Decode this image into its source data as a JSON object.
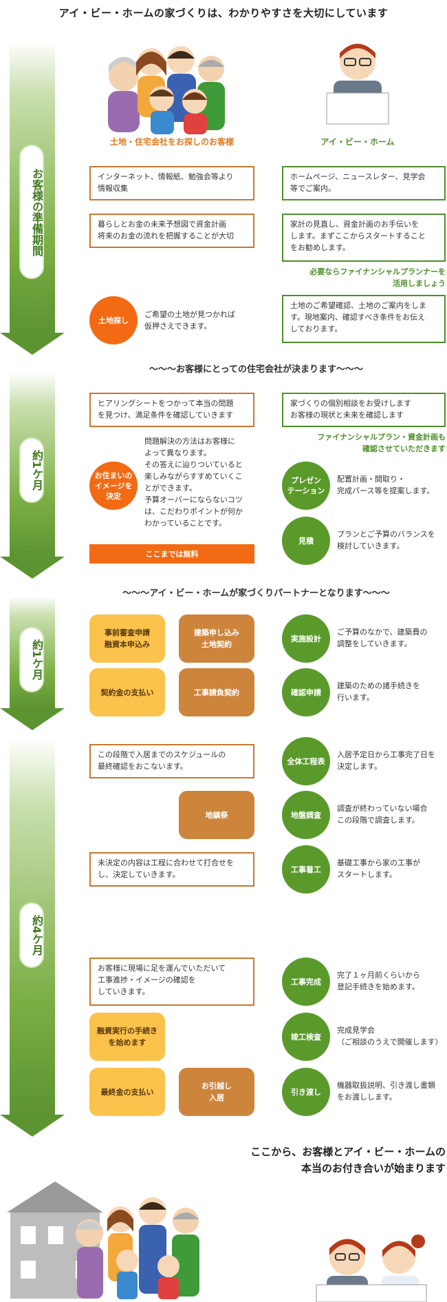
{
  "title": "アイ・ビー・ホームの家づくりは、わかりやすさを大切にしています",
  "headers": {
    "customer": "土地・住宅会社をお探しのお客様",
    "company": "アイ・ビー・ホーム"
  },
  "stages": {
    "prep": "お客様の準備期間",
    "month1a": "約1ケ月",
    "month1b": "約1ケ月",
    "month4": "約4ケ月"
  },
  "prep": {
    "c1": "インターネット、情報紙、勉強会等より\n情報収集",
    "g1": "ホームページ、ニュースレター、見学会\n等でご案内。",
    "c2": "暮らしとお金の未来予想図で資金計画\n将来のお金の流れを把握することが大切",
    "g2": "家計の見直し、資金計画のお手伝いを\nします。まずここからスタートすること\nをお勧めします。",
    "note": "必要ならファイナンシャルプランナーを\n活用しましょう",
    "land_circle": "土地探し",
    "land_desc": "ご希望の土地が見つかれば\n仮押さえできます。",
    "g3": "土地のご希望確認、土地のご案内をしま\nす。現地案内、確認すべき条件をお伝え\nしております。"
  },
  "sep1": "〜〜〜お客様にとっての住宅会社が決まります〜〜〜",
  "m1": {
    "c1": "ヒアリングシートをつかって本当の問題\nを見つけ、満足条件を確認していきます",
    "g1": "家づくりの個別相談をお受けします\nお客様の現状と未来を確認します",
    "note": "ファイナンシャルプラン・資金計画も\n確認させていただきます",
    "image_circle": "お住まいの\nイメージを\n決定",
    "image_desc": "問題解決の方法はお客様に\nよって異なります。\nその答えに辿りついていると\n楽しみながらすすめていくこ\nとができます。\n予算オーバーにならないコツ\nは、こだわりポイントが何か\nわかっていることです。",
    "present_circle": "プレゼン\nテーション",
    "present_desc": "配置計画・間取り・\n完成パース等を提案します。",
    "estimate_circle": "見積",
    "estimate_desc": "プランとご予算のバランスを\n検討していきます。",
    "free": "ここまでは無料"
  },
  "sep2": "〜〜〜アイ・ビー・ホームが家づくりパートナーとなります〜〜〜",
  "m2": {
    "y1": "事前審査申請\n融資本申込み",
    "b1": "建築申し込み\n土地契約",
    "y2": "契約金の支払い",
    "b2": "工事請負契約",
    "design_circle": "実施設計",
    "design_desc": "ご予算のなかで、建築費の\n調整をしていきます。",
    "permit_circle": "確認申請",
    "permit_desc": "建築のための諸手続きを\n行います。"
  },
  "m4": {
    "c1": "この段階で入居までのスケジュールの\n最終確認をおこないます。",
    "sched_circle": "全体工程表",
    "sched_desc": "入居予定日から工事完了日を\n決定します。",
    "b1": "地鎮祭",
    "ground_circle": "地盤調査",
    "ground_desc": "調査が終わっていない場合\nこの段階で調査します。",
    "c2": "未決定の内容は工程に合わせて打合せを\nし、決定していきます。",
    "start_circle": "工事着工",
    "start_desc": "基礎工事から家の工事が\nスタートします。",
    "c3": "お客様に現場に足を運んでいただいて\n工事進捗・イメージの確認を\nしていきます。",
    "done_circle": "工事完成",
    "done_desc": "完了１ヶ月前くらいから\n登記手続きを始めます。",
    "y1": "融資実行の手続き\nを始めます",
    "insp_circle": "竣工検査",
    "insp_desc": "完成見学会\n（ご相談のうえで開催します）",
    "y2": "最終金の支払い",
    "b2": "お引越し\n入居",
    "handover_circle": "引き渡し",
    "handover_desc": "機器取扱説明、引き渡し書類\nをお渡しします。"
  },
  "closing": "ここから、お客様とアイ・ビー・ホームの\n本当のお付き合いが始まります",
  "colors": {
    "orange": "#f26a14",
    "green": "#5a9a2a",
    "yellow": "#fbc24c",
    "brown": "#cd843b"
  }
}
